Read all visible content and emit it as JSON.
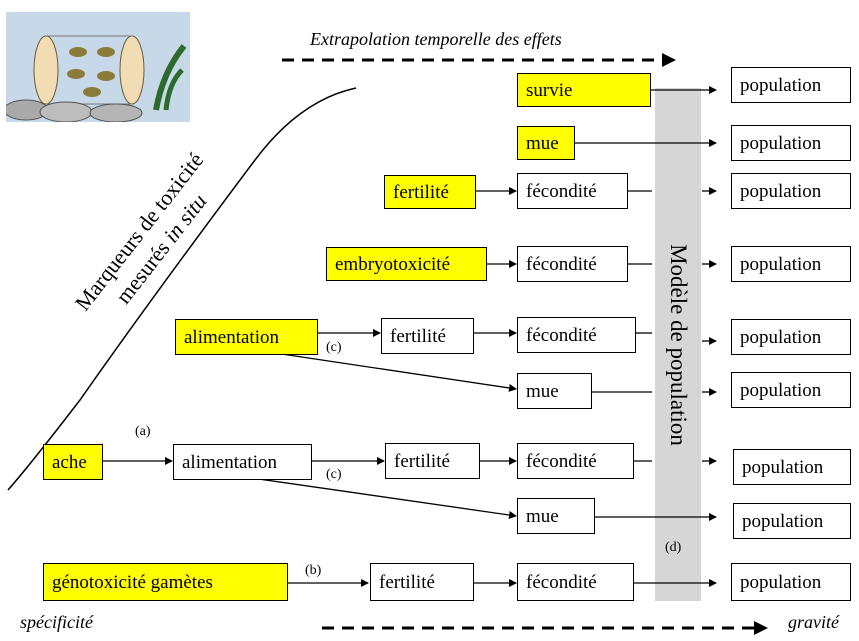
{
  "header": {
    "title": "Extrapolation temporelle des effets"
  },
  "axis": {
    "left_label": "spécificité",
    "right_label": "gravité"
  },
  "markers_label": {
    "line1": "Marqueurs de toxicité",
    "line2_prefix": "mesurés ",
    "line2_italic": "in situ"
  },
  "model_label": "Modèle de population",
  "notes": {
    "a": "(a)",
    "b": "(b)",
    "c": "(c)",
    "d": "(d)"
  },
  "rows": {
    "r1": {
      "marker": "survie",
      "population": "population"
    },
    "r2": {
      "marker": "mue",
      "population": "population"
    },
    "r3": {
      "marker": "fertilité",
      "mid": "fécondité",
      "population": "population"
    },
    "r4": {
      "marker": "embryotoxicité",
      "mid": "fécondité",
      "population": "population"
    },
    "r5": {
      "marker": "alimentation",
      "step1": "fertilité",
      "step2": "fécondité",
      "population": "population"
    },
    "r6": {
      "step": "mue",
      "population": "population"
    },
    "r7": {
      "marker": "ache",
      "step1": "alimentation",
      "step2": "fertilité",
      "step3": "fécondité",
      "population": "population"
    },
    "r8": {
      "step": "mue",
      "population": "population"
    },
    "r9": {
      "marker": "génotoxicité gamètes",
      "step1": "fertilité",
      "step2": "fécondité",
      "population": "population"
    }
  },
  "colors": {
    "highlight": "#ffff00",
    "model_bar": "#d6d6d6"
  },
  "icons": {
    "picto": "gammarus-cage-icon"
  }
}
